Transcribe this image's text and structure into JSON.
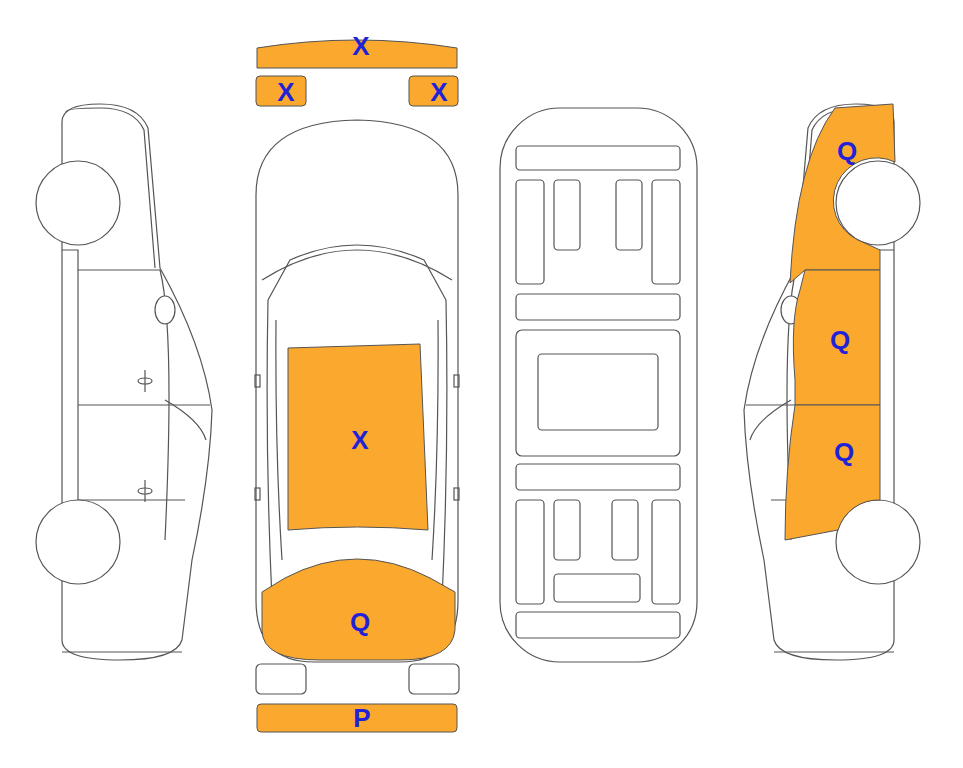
{
  "diagram": {
    "nodes": [
      {
        "text": [
          "X"
        ]
      },
      {
        "text": [
          "X"
        ]
      },
      {
        "text": [
          "X"
        ]
      },
      {
        "text": [
          "Q"
        ]
      },
      {
        "text": [
          "Q"
        ]
      },
      {
        "text": [
          "X"
        ]
      },
      {
        "text": [
          "Q"
        ]
      },
      {
        "text": [
          "Q"
        ]
      },
      {
        "text": [
          "P"
        ]
      }
    ]
  }
}
